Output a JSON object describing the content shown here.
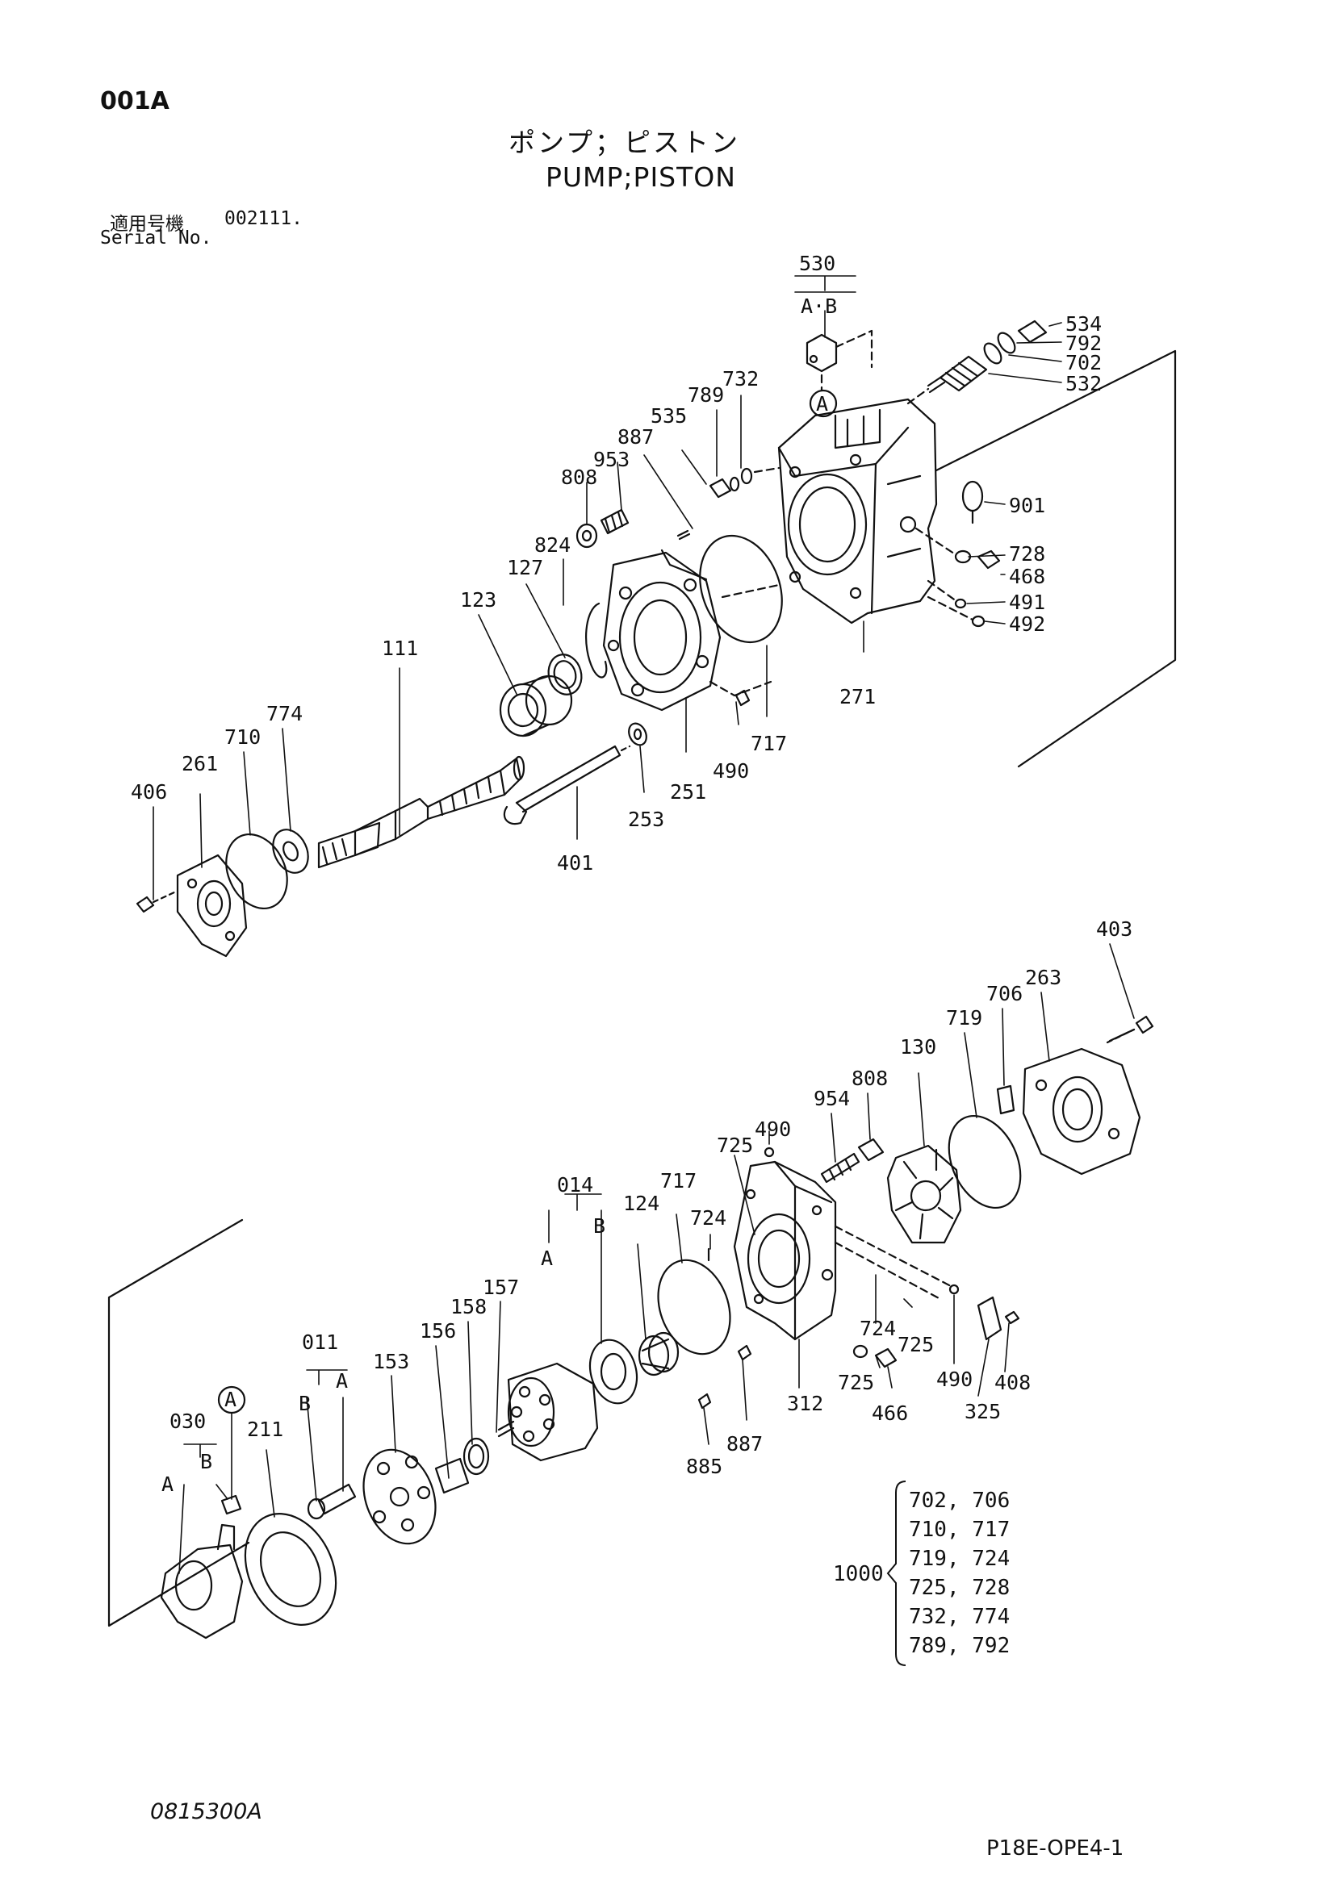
{
  "header": {
    "page_code": "001A",
    "title_jp": "ポンプ；ピストン",
    "title_en": "PUMP;PISTON",
    "serial_label_jp": "適用号機",
    "serial_value": "002111.",
    "serial_label_en": "Serial No."
  },
  "footer": {
    "doc_number": "0815300A",
    "page_ref": "P18E-OPE4-1"
  },
  "kit": {
    "label": "1000",
    "parts": [
      "702, 706",
      "710, 717",
      "719, 724",
      "725, 728",
      "732, 774",
      "789, 792"
    ]
  },
  "callouts": {
    "p530": "530",
    "p530_sub": "A·B",
    "refA_top": "A",
    "p534": "534",
    "p792": "792",
    "p702": "702",
    "p532": "532",
    "p732": "732",
    "p789": "789",
    "p535": "535",
    "p887a": "887",
    "p953": "953",
    "p808a": "808",
    "p824": "824",
    "p127": "127",
    "p123": "123",
    "p111": "111",
    "p901": "901",
    "p728": "728",
    "p468": "468",
    "p491": "491",
    "p492": "492",
    "p271": "271",
    "p717a": "717",
    "p490a": "490",
    "p251": "251",
    "p253": "253",
    "p401": "401",
    "p774": "774",
    "p710": "710",
    "p261": "261",
    "p406": "406",
    "p403": "403",
    "p263": "263",
    "p706": "706",
    "p719": "719",
    "p130": "130",
    "p808b": "808",
    "p954": "954",
    "p490b": "490",
    "p725a": "725",
    "p014": "014",
    "p014A": "A",
    "p014B": "B",
    "p717b": "717",
    "p124": "124",
    "p724a": "724",
    "p157": "157",
    "p158": "158",
    "p156": "156",
    "p153": "153",
    "p011": "011",
    "p011A": "A",
    "p011B": "B",
    "refA_bottom": "A",
    "p030": "030",
    "p030A": "A",
    "p030B": "B",
    "p211": "211",
    "p724b": "724",
    "p725b": "725",
    "p725c": "725",
    "p466": "466",
    "p490c": "490",
    "p408": "408",
    "p325": "325",
    "p312": "312",
    "p887b": "887",
    "p885": "885"
  }
}
